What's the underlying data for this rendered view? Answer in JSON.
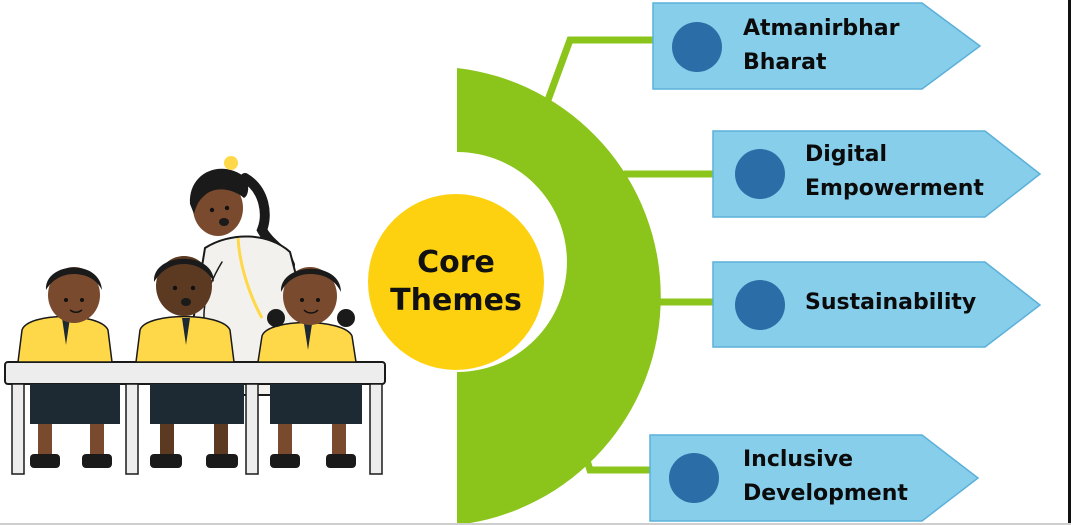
{
  "center": {
    "line1": "Core",
    "line2": "Themes"
  },
  "themes": [
    {
      "line1": "Atmanirbhar",
      "line2": "Bharat"
    },
    {
      "line1": "Digital",
      "line2": "Empowerment"
    },
    {
      "line1": "Sustainability",
      "line2": ""
    },
    {
      "line1": "Inclusive",
      "line2": "Development"
    }
  ],
  "colors": {
    "arc": "#8BC41A",
    "connector": "#8BC41A",
    "center_circle": "#FDD10F",
    "pentagon_fill": "#87CEEB",
    "pentagon_border": "#5BB0DA",
    "dot": "#2B6DA6",
    "uniform_shirt": "#FFD84A",
    "uniform_shorts": "#1E2A33",
    "desk": "#EDEDED",
    "skin": "#7A4A2E",
    "teacher_coat": "#F3F1EE"
  },
  "illustration": {
    "description_icon": "teacher-with-students-icon"
  }
}
